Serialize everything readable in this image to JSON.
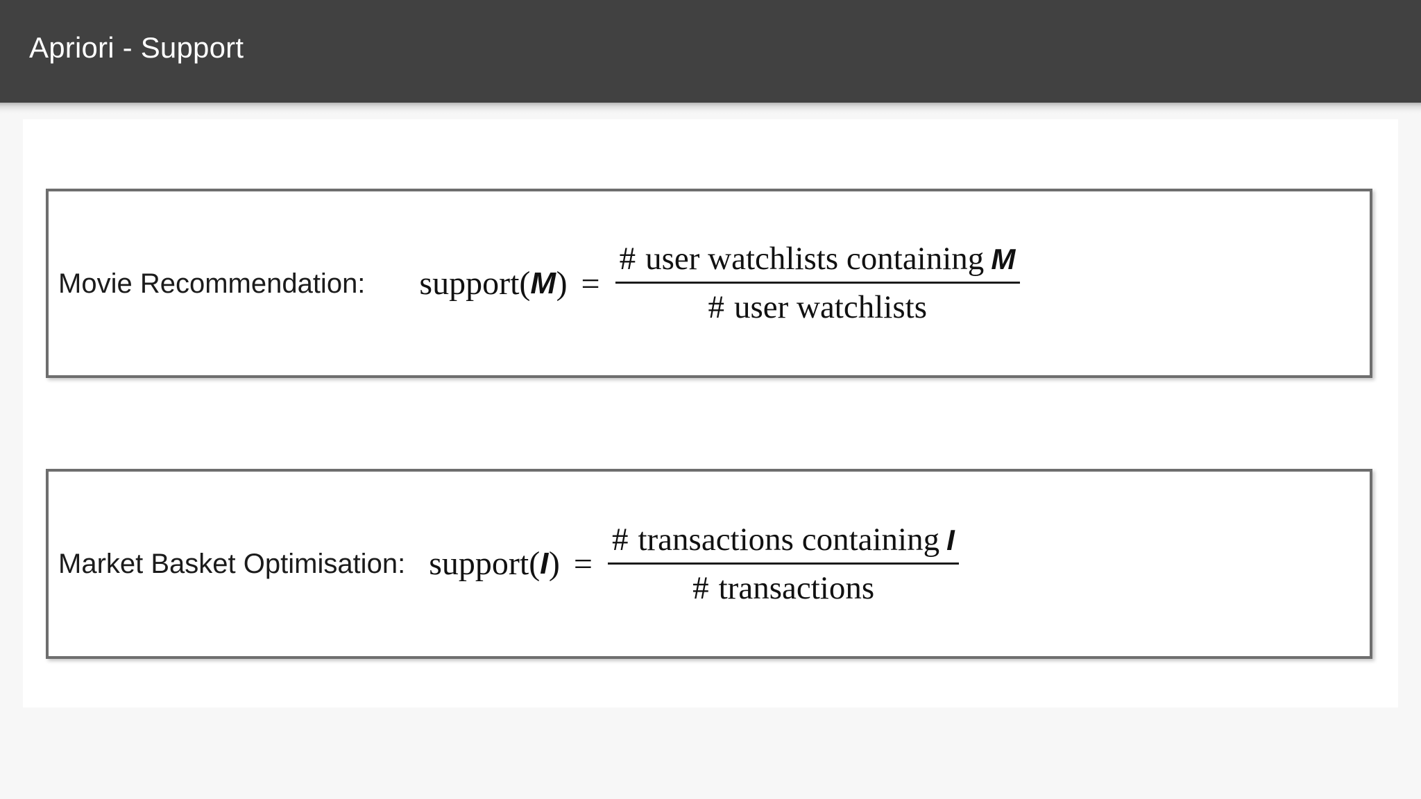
{
  "header": {
    "title": "Apriori - Support",
    "background_color": "#414141",
    "text_color": "#ffffff"
  },
  "page": {
    "background_color": "#f7f7f7",
    "panel_color": "#ffffff",
    "card_border_color": "#6e6e6e"
  },
  "cards": [
    {
      "id": "movie-recommendation",
      "label": "Movie Recommendation:",
      "formula": {
        "function_name": "support",
        "open_paren": "(",
        "argument": "M",
        "close_paren": ")",
        "equals": "=",
        "numerator": {
          "hash": "#",
          "text": "user watchlists containing",
          "symbol": "M"
        },
        "denominator": {
          "hash": "#",
          "text": "user watchlists"
        }
      }
    },
    {
      "id": "market-basket-optimisation",
      "label": "Market Basket Optimisation:",
      "formula": {
        "function_name": "support",
        "open_paren": "(",
        "argument": "I",
        "close_paren": ")",
        "equals": "=",
        "numerator": {
          "hash": "#",
          "text": "transactions containing",
          "symbol": "I"
        },
        "denominator": {
          "hash": "#",
          "text": "transactions"
        }
      }
    }
  ]
}
